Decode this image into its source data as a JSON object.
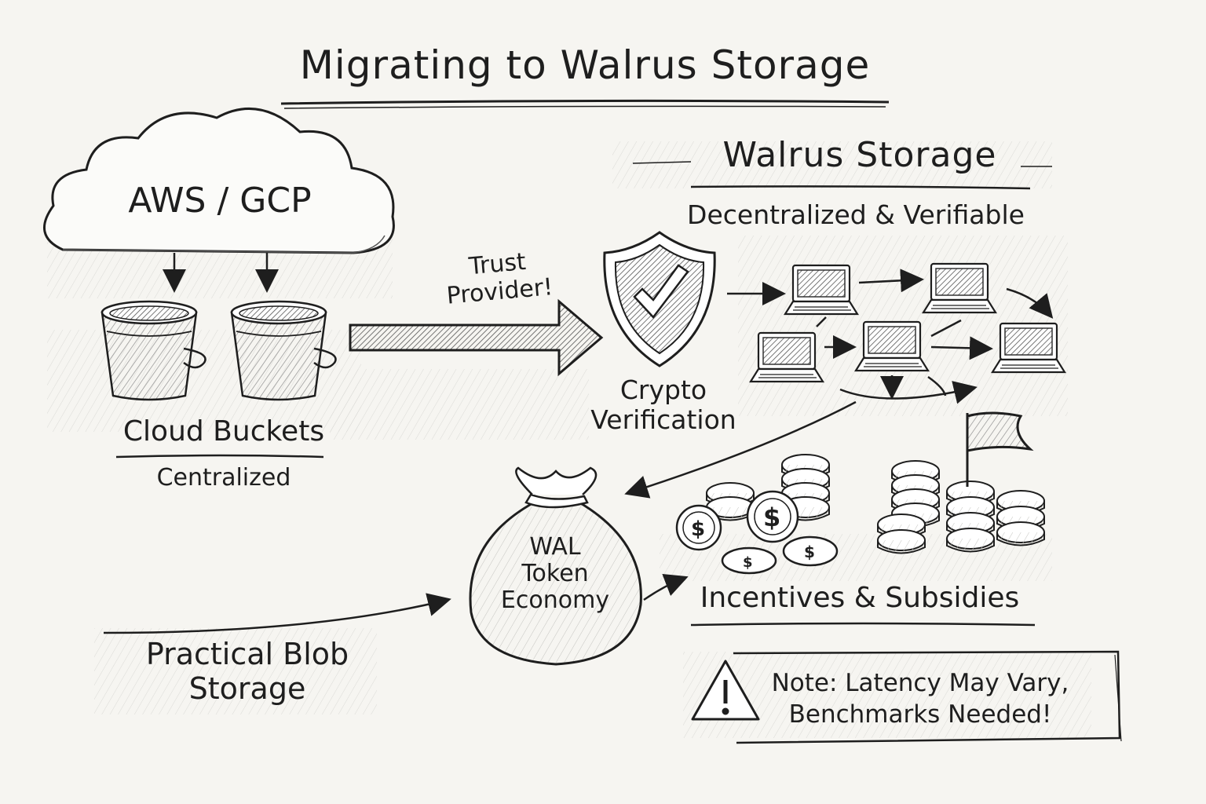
{
  "title": "Migrating to Walrus Storage",
  "cloud": {
    "label": "AWS / GCP",
    "buckets_label": "Cloud Buckets",
    "buckets_sublabel": "Centralized"
  },
  "arrow_label": {
    "line1": "Trust",
    "line2": "Provider!"
  },
  "walrus": {
    "heading": "Walrus Storage",
    "subheading": "Decentralized & Verifiable"
  },
  "verification": {
    "line1": "Crypto",
    "line2": "Verification"
  },
  "token": {
    "line1": "WAL",
    "line2": "Token",
    "line3": "Economy"
  },
  "incentives_label": "Incentives & Subsidies",
  "blob": {
    "line1": "Practical Blob",
    "line2": "Storage"
  },
  "note": {
    "line1": "Note: Latency May Vary,",
    "line2": "Benchmarks Needed!"
  },
  "icons": {
    "cloud": "cloud-icon",
    "bucket": "bucket-icon",
    "shield": "shield-check-icon",
    "laptop": "laptop-icon",
    "money_bag": "money-bag-icon",
    "coin": "coin-icon",
    "flag": "flag-icon",
    "warning": "warning-icon"
  }
}
